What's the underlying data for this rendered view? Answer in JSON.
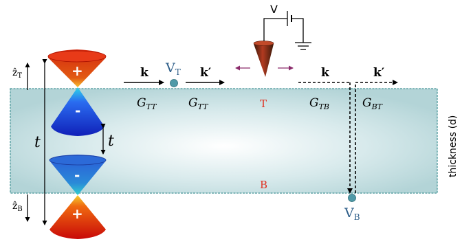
{
  "labels": {
    "z_top": "ẑ",
    "z_top_sub": "T",
    "z_bottom": "ẑ",
    "z_bottom_sub": "B",
    "t_big": "t",
    "t_small": "t",
    "k1": "k",
    "V_T": "V",
    "V_T_sub": "T",
    "k1_prime": "k′",
    "k2": "k",
    "k2_prime": "k′",
    "G_TT_1": "G",
    "G_TT_1_sub": "TT",
    "G_TT_2": "G",
    "G_TT_2_sub": "TT",
    "G_TB": "G",
    "G_TB_sub": "TB",
    "G_BT": "G",
    "G_BT_sub": "BT",
    "surface_T": "T",
    "surface_B": "B",
    "V_B": "V",
    "V_B_sub": "B",
    "voltage": "V",
    "thickness": "thickness (d)",
    "cone_plus_top": "+",
    "cone_minus_top": "-",
    "cone_minus_bottom": "-",
    "cone_plus_bottom": "+"
  },
  "colors": {
    "slab": "#bcd9dc",
    "slab_border": "#5fa3a6",
    "surface_label": "#e03020",
    "velocity_label": "#2f5f8a",
    "tip_arrow": "#8a2a6a",
    "dot": "#4f9aa8"
  }
}
